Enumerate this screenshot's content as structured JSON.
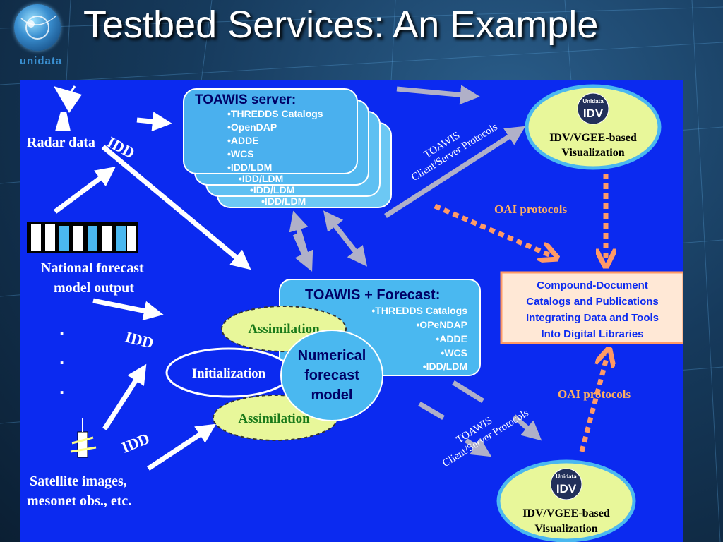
{
  "slide": {
    "title": "Testbed Services: An Example",
    "logo_text": "unidata"
  },
  "sources": {
    "radar_label": "Radar data",
    "national_label_line1": "National forecast",
    "national_label_line2": "model output",
    "satellite_label_line1": "Satellite images,",
    "satellite_label_line2": "mesonet obs., etc.",
    "dots": ".",
    "idd_labels": [
      "IDD",
      "IDD",
      "IDD"
    ]
  },
  "toawis_server": {
    "title": "TOAWIS server:",
    "items": [
      "•THREDDS Catalogs",
      "•OpenDAP",
      "•ADDE",
      "•WCS",
      "•IDD/LDM"
    ],
    "stack_items": [
      "•IDD/LDM",
      "•IDD/LDM",
      "•IDD/LDM"
    ]
  },
  "toawis_forecast": {
    "title": "TOAWIS + Forecast:",
    "items": [
      "•THREDDS Catalogs",
      "•OPeNDAP",
      "•ADDE",
      "•WCS",
      "•IDD/LDM"
    ]
  },
  "model": {
    "assimilation_top": "Assimilation",
    "initialization": "Initialization",
    "assimilation_bottom": "Assimilation",
    "numerical_line1": "Numerical",
    "numerical_line2": "forecast",
    "numerical_line3": "model"
  },
  "protocols": {
    "toawis_upper_line1": "TOAWIS",
    "toawis_upper_line2": "Client/Server Protocols",
    "toawis_lower_line1": "TOAWIS",
    "toawis_lower_line2": "Client/Server Protocols",
    "oai_upper": "OAI protocols",
    "oai_lower": "OAI protocols"
  },
  "idv_top": {
    "badge_line1": "Unidata",
    "badge_line2": "IDV",
    "label_line1": "IDV/VGEE-based",
    "label_line2": "Visualization"
  },
  "idv_bottom": {
    "badge_line1": "Unidata",
    "badge_line2": "IDV",
    "label_line1": "IDV/VGEE-based",
    "label_line2": "Visualization"
  },
  "compound": {
    "line1": "Compound-Document",
    "line2": "Catalogs and Publications",
    "line3": "Integrating Data and Tools",
    "line4": "Into Digital Libraries"
  },
  "colors": {
    "panel_blue": "#0b2af0",
    "box_blue": "#4ab8f0",
    "oval_green": "#e8f79a",
    "oai_orange": "#ff9a66",
    "oai_text": "#ffb060",
    "arrow_gray": "#b0b0c8"
  }
}
